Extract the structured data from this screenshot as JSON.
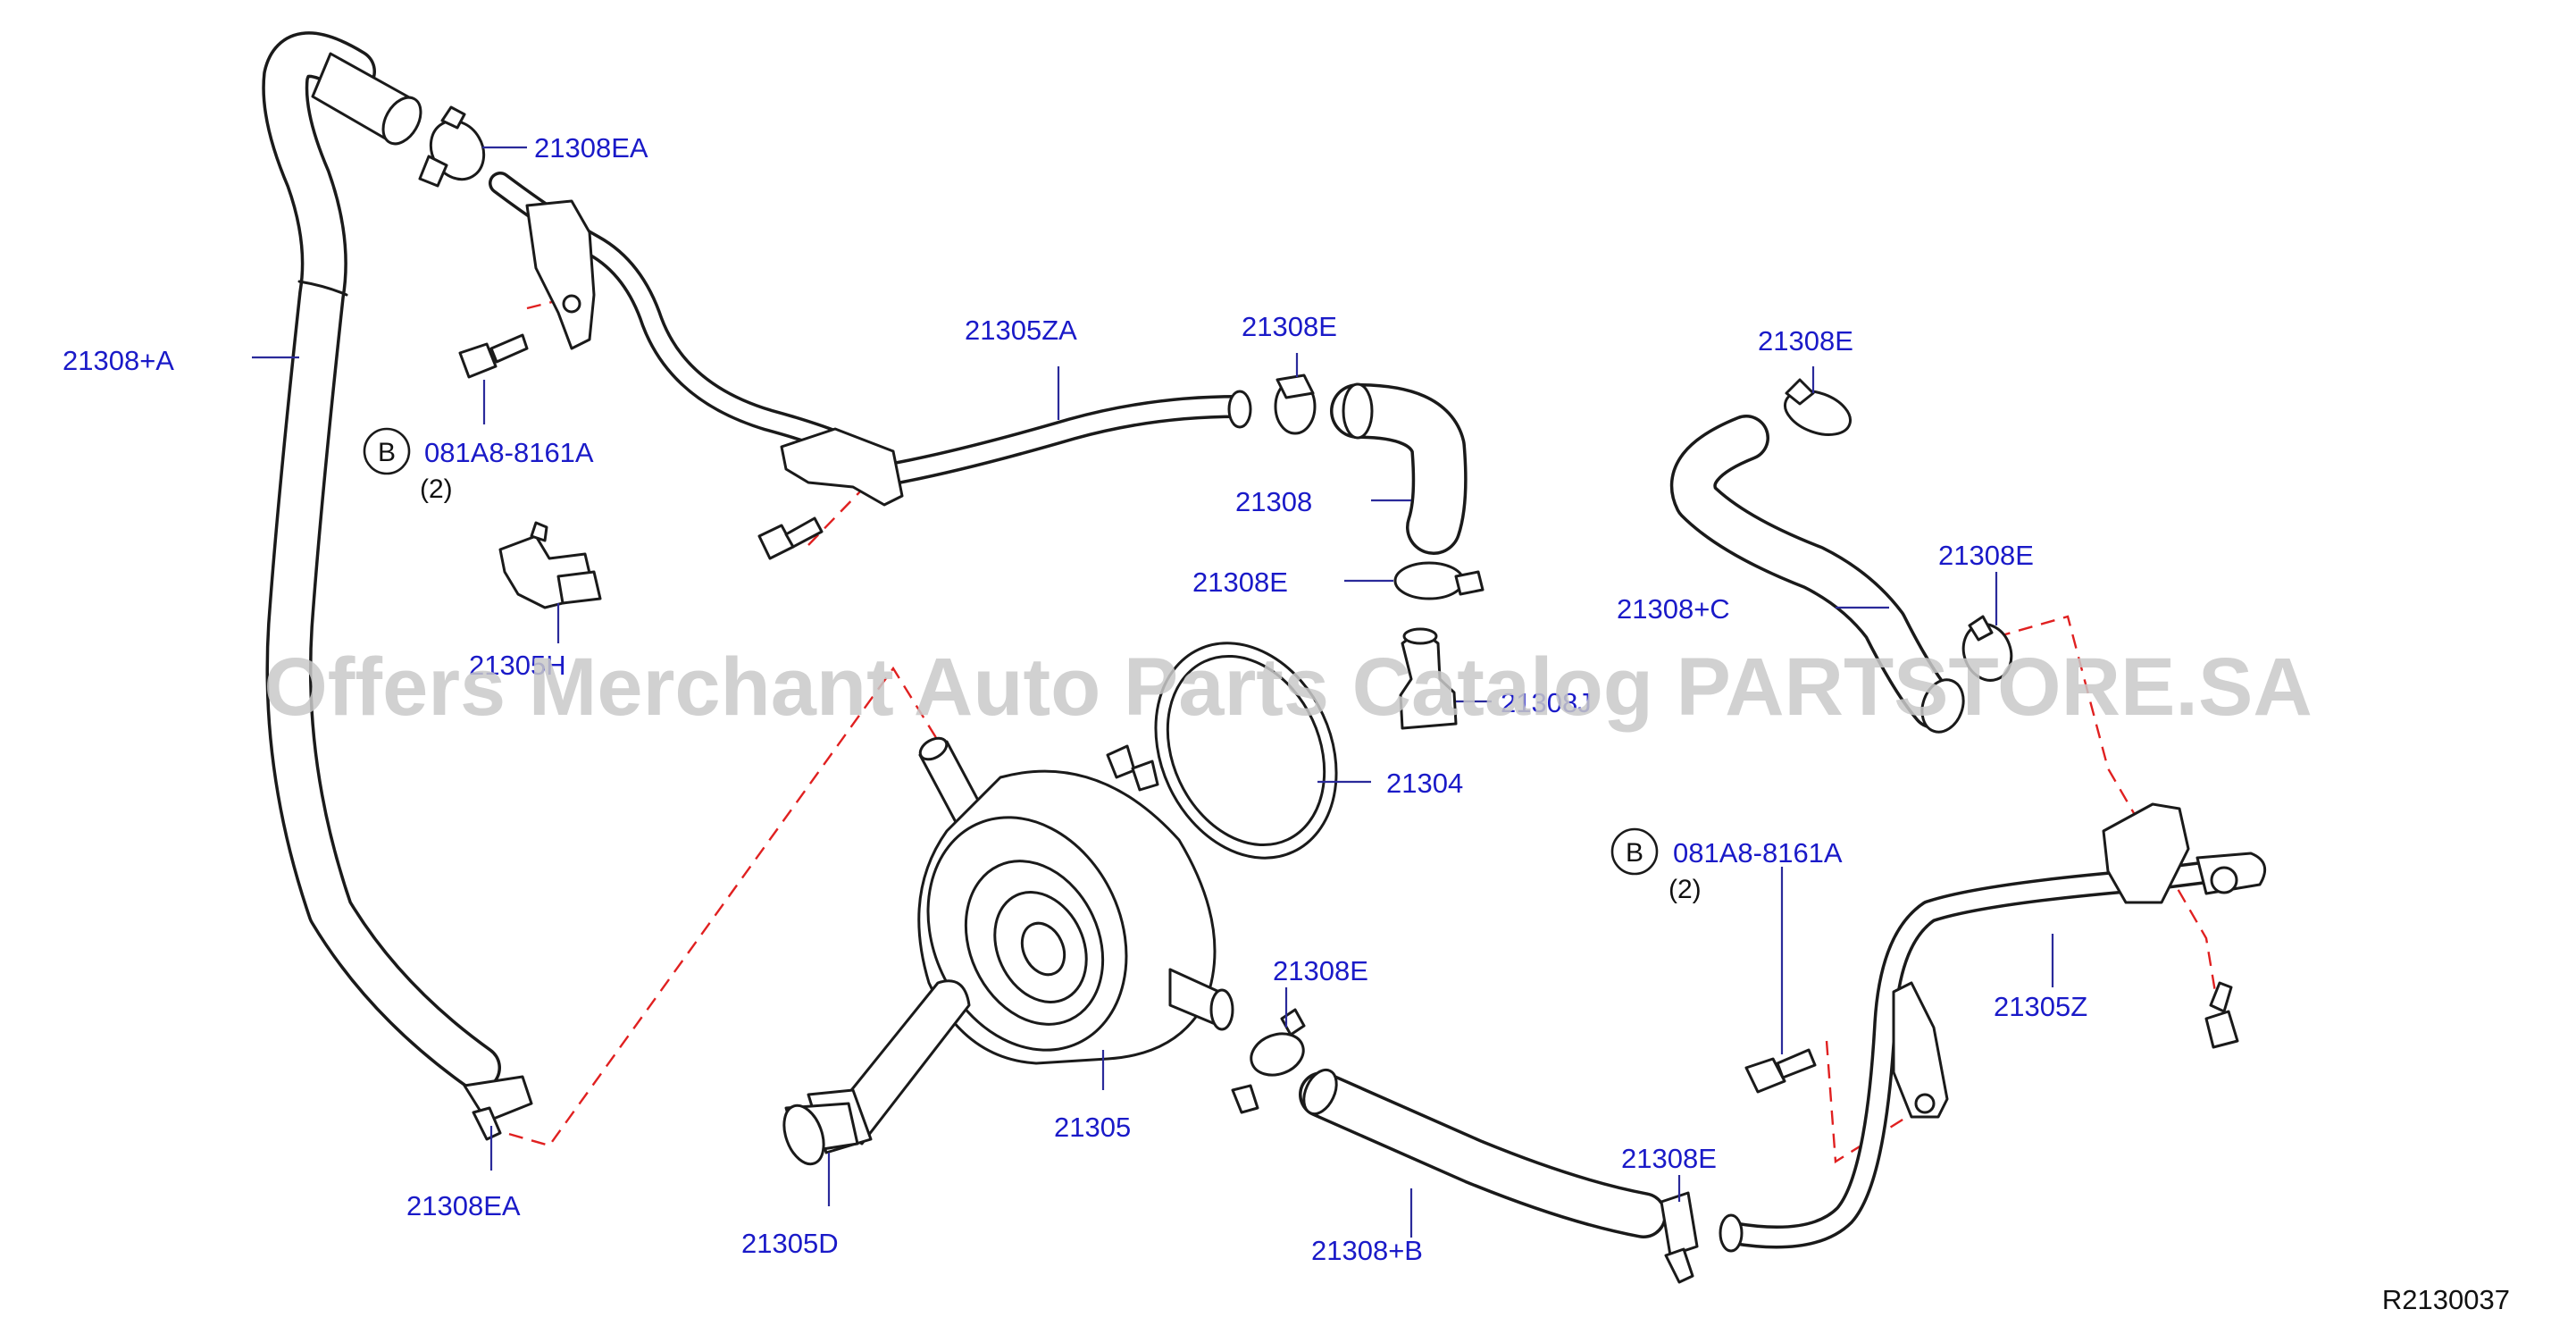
{
  "diagram": {
    "labels": {
      "hose_a": "21308+A",
      "clamp_ea_top": "21308EA",
      "bolt_b_left": "081A8-8161A",
      "bolt_b_left_qty": "(2)",
      "clip_h": "21305H",
      "clamp_ea_bottom": "21308EA",
      "pipe_za": "21305ZA",
      "clamp_e_1": "21308E",
      "hose_21308": "21308",
      "clamp_e_2": "21308E",
      "connector_j": "21308J",
      "o_ring": "21304",
      "cooler": "21305",
      "connector_d": "21305D",
      "clamp_e_3": "21308E",
      "hose_b": "21308+B",
      "clamp_e_4": "21308E",
      "clamp_e_5": "21308E",
      "hose_c": "21308+C",
      "clamp_e_6": "21308E",
      "bolt_b_right": "081A8-8161A",
      "bolt_b_right_qty": "(2)",
      "pipe_z": "21305Z"
    },
    "circle_marker": "B",
    "reference_code": "R2130037",
    "watermark": "Offers Merchant Auto Parts Catalog PARTSTORE.SA",
    "colors": {
      "label_blue": "#1a1ac8",
      "dash_red": "#e02020",
      "line_black": "#1a1a1a",
      "watermark_gray": "#c9c9c9"
    }
  }
}
